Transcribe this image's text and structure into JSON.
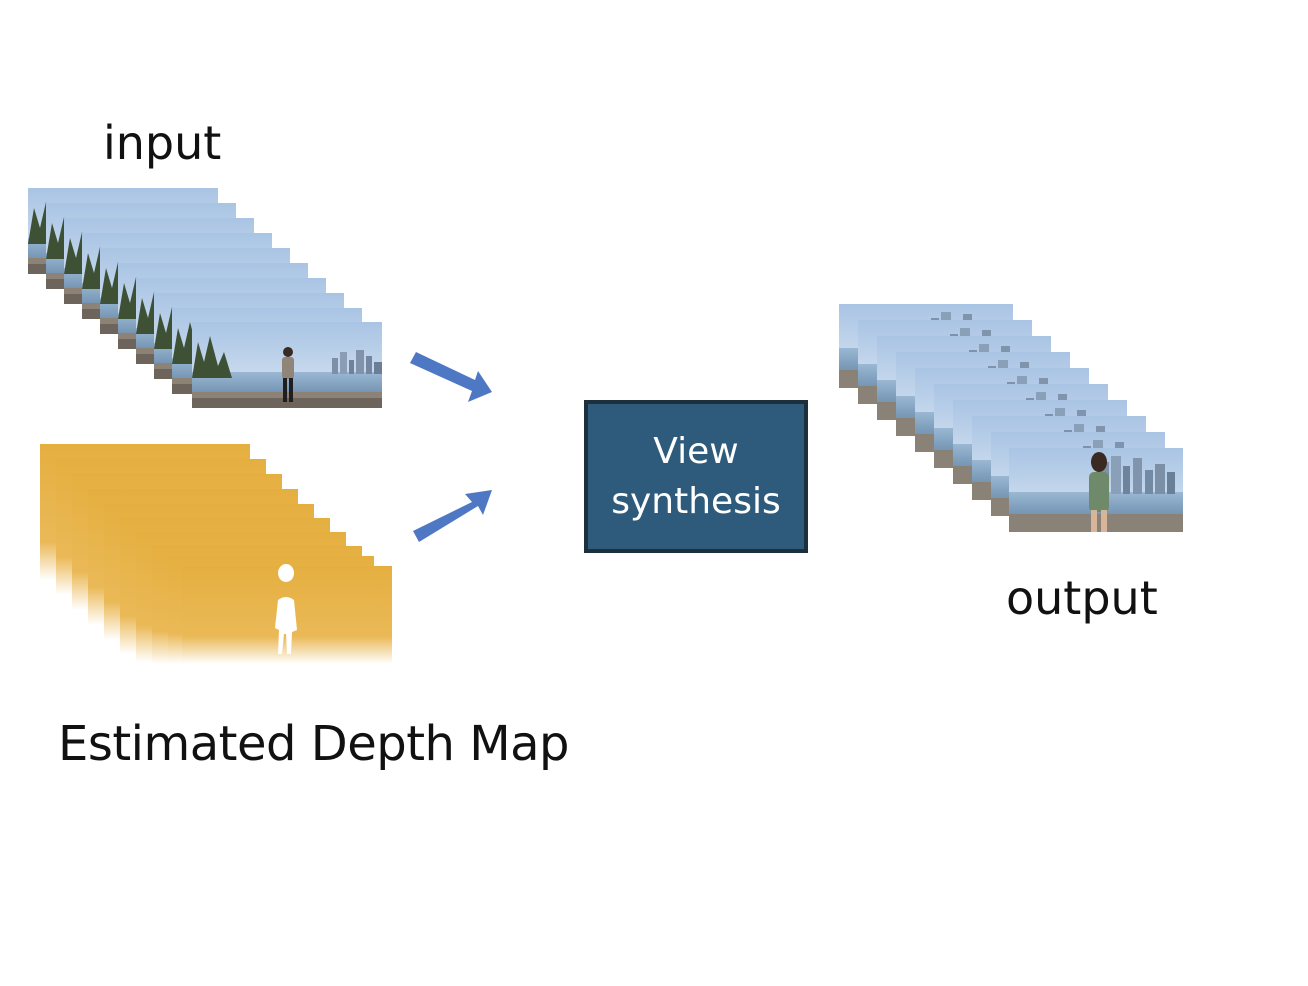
{
  "labels": {
    "input": "input",
    "output": "output",
    "depth_map": "Estimated Depth Map"
  },
  "process": {
    "text": "View\nsynthesis"
  },
  "colors": {
    "box_fill": "#2e5b7c",
    "box_border": "#1b2f3d",
    "arrow": "#4f78c4",
    "depth": "#e3ad3d",
    "sky": "#bcd3ea",
    "water": "#8fb0cf"
  },
  "stacks": {
    "input_frames": 10,
    "depth_frames": 10,
    "output_frames": 10
  }
}
